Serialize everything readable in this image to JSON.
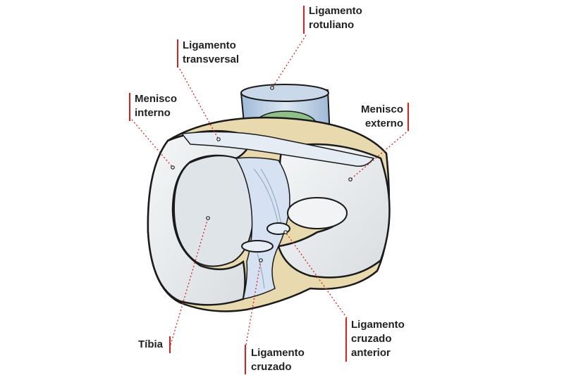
{
  "labels": {
    "patellar": [
      "Ligamento",
      "rotuliano"
    ],
    "transverse": [
      "Ligamento",
      "transversal"
    ],
    "medial_meniscus": [
      "Menisco",
      "interno"
    ],
    "lateral_meniscus": [
      "Menisco",
      "externo"
    ],
    "tibia": [
      "Tíbia"
    ],
    "posterior_cruciate": [
      "Ligamento",
      "cruzado"
    ],
    "anterior_cruciate": [
      "Ligamento",
      "cruzado",
      "anterior"
    ]
  },
  "colors": {
    "leader_line": "#d81e1e",
    "meniscus": "#e9eced",
    "bone": "#e8d9ae",
    "ligament": "#d6e2f1",
    "outline": "#1a1a1a",
    "patellar_tendon_cartilage": "#8fc08a"
  }
}
